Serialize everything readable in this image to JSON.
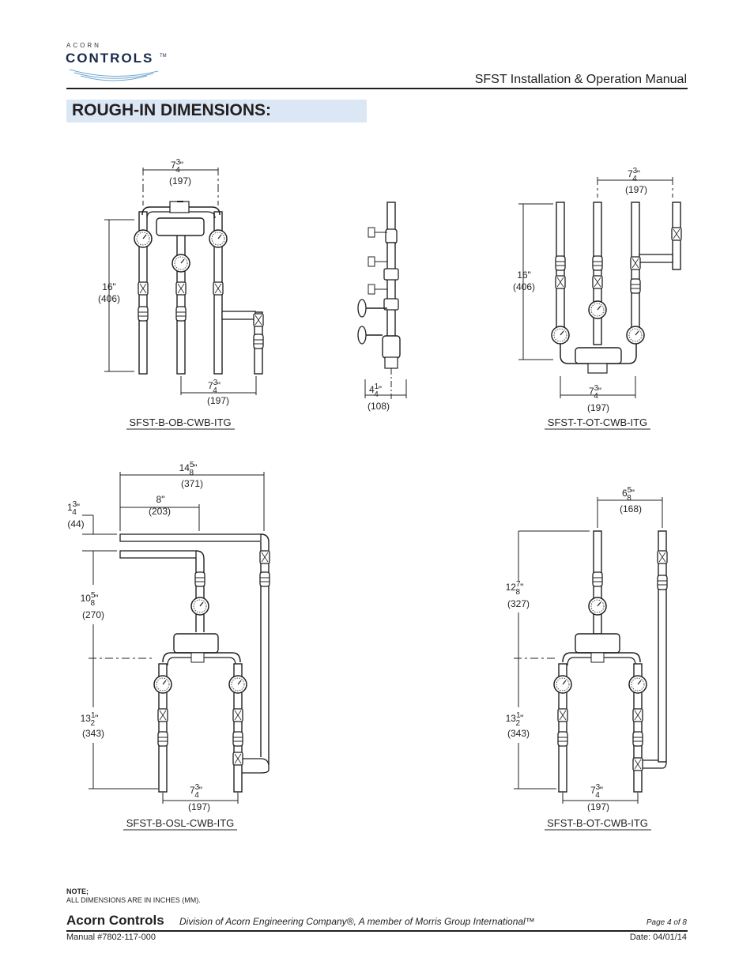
{
  "header": {
    "logo_top": "ACORN",
    "logo_main": "CONTROLS",
    "logo_tm": "TM",
    "title": "SFST Installation & Operation Manual"
  },
  "section": {
    "heading": "ROUGH-IN DIMENSIONS:"
  },
  "figures": [
    {
      "caption": "SFST-B-OB-CWB-ITG",
      "dims": [
        {
          "whole": "7",
          "num": "3",
          "den": "4",
          "unit": "\"",
          "mm": "(197)"
        },
        {
          "text": "16\"",
          "mm": "(406)"
        },
        {
          "whole": "7",
          "num": "3",
          "den": "4",
          "unit": "\"",
          "mm": "(197)"
        }
      ]
    },
    {
      "caption": "",
      "dims": [
        {
          "whole": "4",
          "num": "1",
          "den": "4",
          "unit": "\"",
          "mm": "(108)"
        }
      ]
    },
    {
      "caption": "SFST-T-OT-CWB-ITG",
      "dims": [
        {
          "whole": "7",
          "num": "3",
          "den": "4",
          "unit": "\"",
          "mm": "(197)"
        },
        {
          "text": "16\"",
          "mm": "(406)"
        },
        {
          "whole": "7",
          "num": "3",
          "den": "4",
          "unit": "\"",
          "mm": "(197)"
        }
      ]
    },
    {
      "caption": "SFST-B-OSL-CWB-ITG",
      "dims": [
        {
          "whole": "14",
          "num": "5",
          "den": "8",
          "unit": "\"",
          "mm": "(371)"
        },
        {
          "text": "8\"",
          "mm": "(203)"
        },
        {
          "whole": "1",
          "num": "3",
          "den": "4",
          "unit": "\"",
          "mm": "(44)"
        },
        {
          "whole": "10",
          "num": "5",
          "den": "8",
          "unit": "\"",
          "mm": "(270)"
        },
        {
          "whole": "13",
          "num": "1",
          "den": "2",
          "unit": "\"",
          "mm": "(343)"
        },
        {
          "whole": "7",
          "num": "3",
          "den": "4",
          "unit": "\"",
          "mm": "(197)"
        }
      ]
    },
    {
      "caption": "SFST-B-OT-CWB-ITG",
      "dims": [
        {
          "whole": "6",
          "num": "5",
          "den": "8",
          "unit": "\"",
          "mm": "(168)"
        },
        {
          "whole": "12",
          "num": "7",
          "den": "8",
          "unit": "\"",
          "mm": "(327)"
        },
        {
          "whole": "13",
          "num": "1",
          "den": "2",
          "unit": "\"",
          "mm": "(343)"
        },
        {
          "whole": "7",
          "num": "3",
          "den": "4",
          "unit": "\"",
          "mm": "(197)"
        }
      ]
    }
  ],
  "note": {
    "title": "NOTE;",
    "text": "ALL DIMENSIONS ARE IN INCHES (MM)."
  },
  "footer": {
    "company": "Acorn Controls",
    "division": "Division of Acorn Engineering Company®, A member of Morris Group International™",
    "page": "Page 4 of 8",
    "manual": "Manual #7802-117-000",
    "date": "Date: 04/01/14"
  }
}
